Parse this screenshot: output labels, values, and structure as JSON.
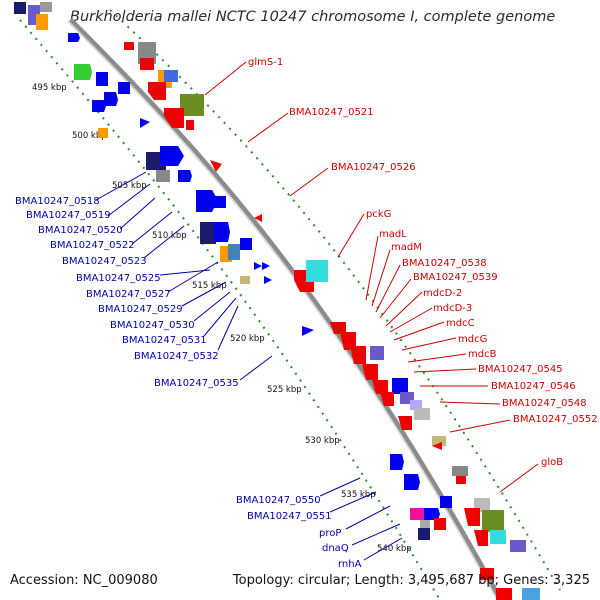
{
  "title": "Burkholderia mallei NCTC 10247 chromosome I, complete genome",
  "footer": {
    "accession": "Accession: NC_009080",
    "topology": "Topology: circular; Length: 3,495,687 bp; Genes: 3,325"
  },
  "colors": {
    "background": "#ffffff",
    "backbone": "#8c8c8c",
    "tick_dots": "#2e8b2e",
    "label_red": "#cc0000",
    "label_blue": "#0000aa",
    "gene_red": "#ee0000",
    "gene_blue": "#0000ee",
    "gene_navy": "#1a1a6e",
    "gene_orange": "#ff9900",
    "gene_green": "#33cc33",
    "gene_olive": "#6b8e23",
    "gene_cyan": "#33dddd",
    "gene_purple": "#6a5acd",
    "gene_gray": "#999999",
    "gene_tan": "#c8b878",
    "gene_pink": "#ee1199"
  },
  "scale_ticks": [
    "495 kbp",
    "500 kbp",
    "505 kbp",
    "510 kbp",
    "515 kbp",
    "520 kbp",
    "525 kbp",
    "530 kbp",
    "535 kbp",
    "540 kbp"
  ],
  "labels_right": [
    "glmS-1",
    "BMA10247_0521",
    "BMA10247_0526",
    "pckG",
    "madL",
    "madM",
    "BMA10247_0538",
    "BMA10247_0539",
    "mdcD-2",
    "mdcD-3",
    "mdcC",
    "mdcG",
    "mdcB",
    "BMA10247_0545",
    "BMA10247_0546",
    "BMA10247_0548",
    "BMA10247_0552",
    "gloB"
  ],
  "labels_left": [
    "BMA10247_0518",
    "BMA10247_0519",
    "BMA10247_0520",
    "BMA10247_0522",
    "BMA10247_0523",
    "BMA10247_0525",
    "BMA10247_0527",
    "BMA10247_0529",
    "BMA10247_0530",
    "BMA10247_0531",
    "BMA10247_0532",
    "BMA10247_0535",
    "BMA10247_0550",
    "BMA10247_0551",
    "proP",
    "dnaQ",
    "rnhA"
  ]
}
